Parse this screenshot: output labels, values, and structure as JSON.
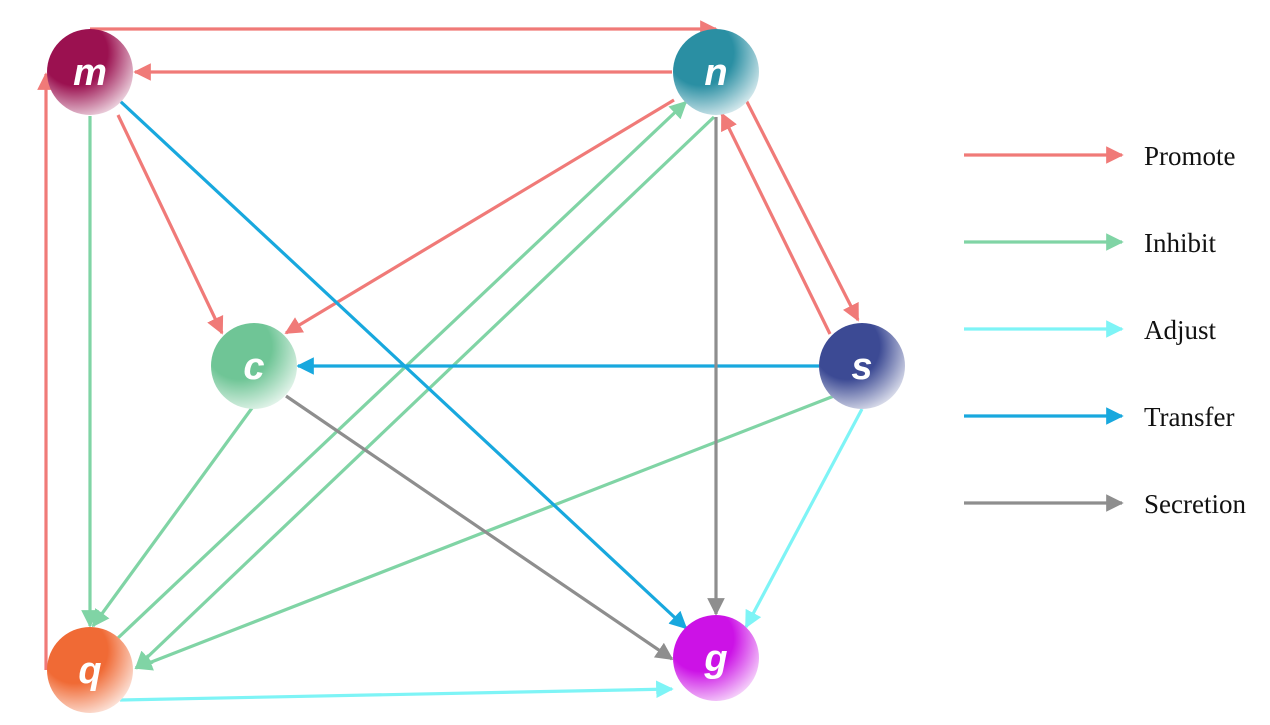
{
  "nodes": [
    {
      "id": "m",
      "label": "m",
      "color": "#9b1150"
    },
    {
      "id": "n",
      "label": "n",
      "color": "#2a8fa3"
    },
    {
      "id": "c",
      "label": "c",
      "color": "#6fc596"
    },
    {
      "id": "s",
      "label": "s",
      "color": "#3c4a94"
    },
    {
      "id": "q",
      "label": "q",
      "color": "#f06a35"
    },
    {
      "id": "g",
      "label": "g",
      "color": "#cc12e6"
    }
  ],
  "edge_types": {
    "promote": {
      "label": "Promote",
      "color": "#f07a78"
    },
    "inhibit": {
      "label": "Inhibit",
      "color": "#80d4a5"
    },
    "adjust": {
      "label": "Adjust",
      "color": "#7ef4f6"
    },
    "transfer": {
      "label": "Transfer",
      "color": "#18a8de"
    },
    "secretion": {
      "label": "Secretion",
      "color": "#8e8e8e"
    }
  },
  "legend": [
    {
      "type": "promote",
      "label": "Promote"
    },
    {
      "type": "inhibit",
      "label": "Inhibit"
    },
    {
      "type": "adjust",
      "label": "Adjust"
    },
    {
      "type": "transfer",
      "label": "Transfer"
    },
    {
      "type": "secretion",
      "label": "Secretion"
    }
  ],
  "edges": [
    {
      "from": "m",
      "to": "n",
      "type": "promote"
    },
    {
      "from": "n",
      "to": "m",
      "type": "promote"
    },
    {
      "from": "m",
      "to": "c",
      "type": "promote"
    },
    {
      "from": "n",
      "to": "c",
      "type": "promote"
    },
    {
      "from": "n",
      "to": "s",
      "type": "promote"
    },
    {
      "from": "s",
      "to": "n",
      "type": "promote"
    },
    {
      "from": "q",
      "to": "m",
      "type": "promote"
    },
    {
      "from": "m",
      "to": "q",
      "type": "inhibit"
    },
    {
      "from": "c",
      "to": "q",
      "type": "inhibit"
    },
    {
      "from": "q",
      "to": "n",
      "type": "inhibit"
    },
    {
      "from": "n",
      "to": "q",
      "type": "inhibit"
    },
    {
      "from": "s",
      "to": "q",
      "type": "inhibit"
    },
    {
      "from": "s",
      "to": "g",
      "type": "adjust"
    },
    {
      "from": "q",
      "to": "g",
      "type": "adjust"
    },
    {
      "from": "m",
      "to": "g",
      "type": "transfer"
    },
    {
      "from": "s",
      "to": "c",
      "type": "transfer"
    },
    {
      "from": "c",
      "to": "g",
      "type": "secretion"
    },
    {
      "from": "n",
      "to": "g",
      "type": "secretion"
    }
  ]
}
